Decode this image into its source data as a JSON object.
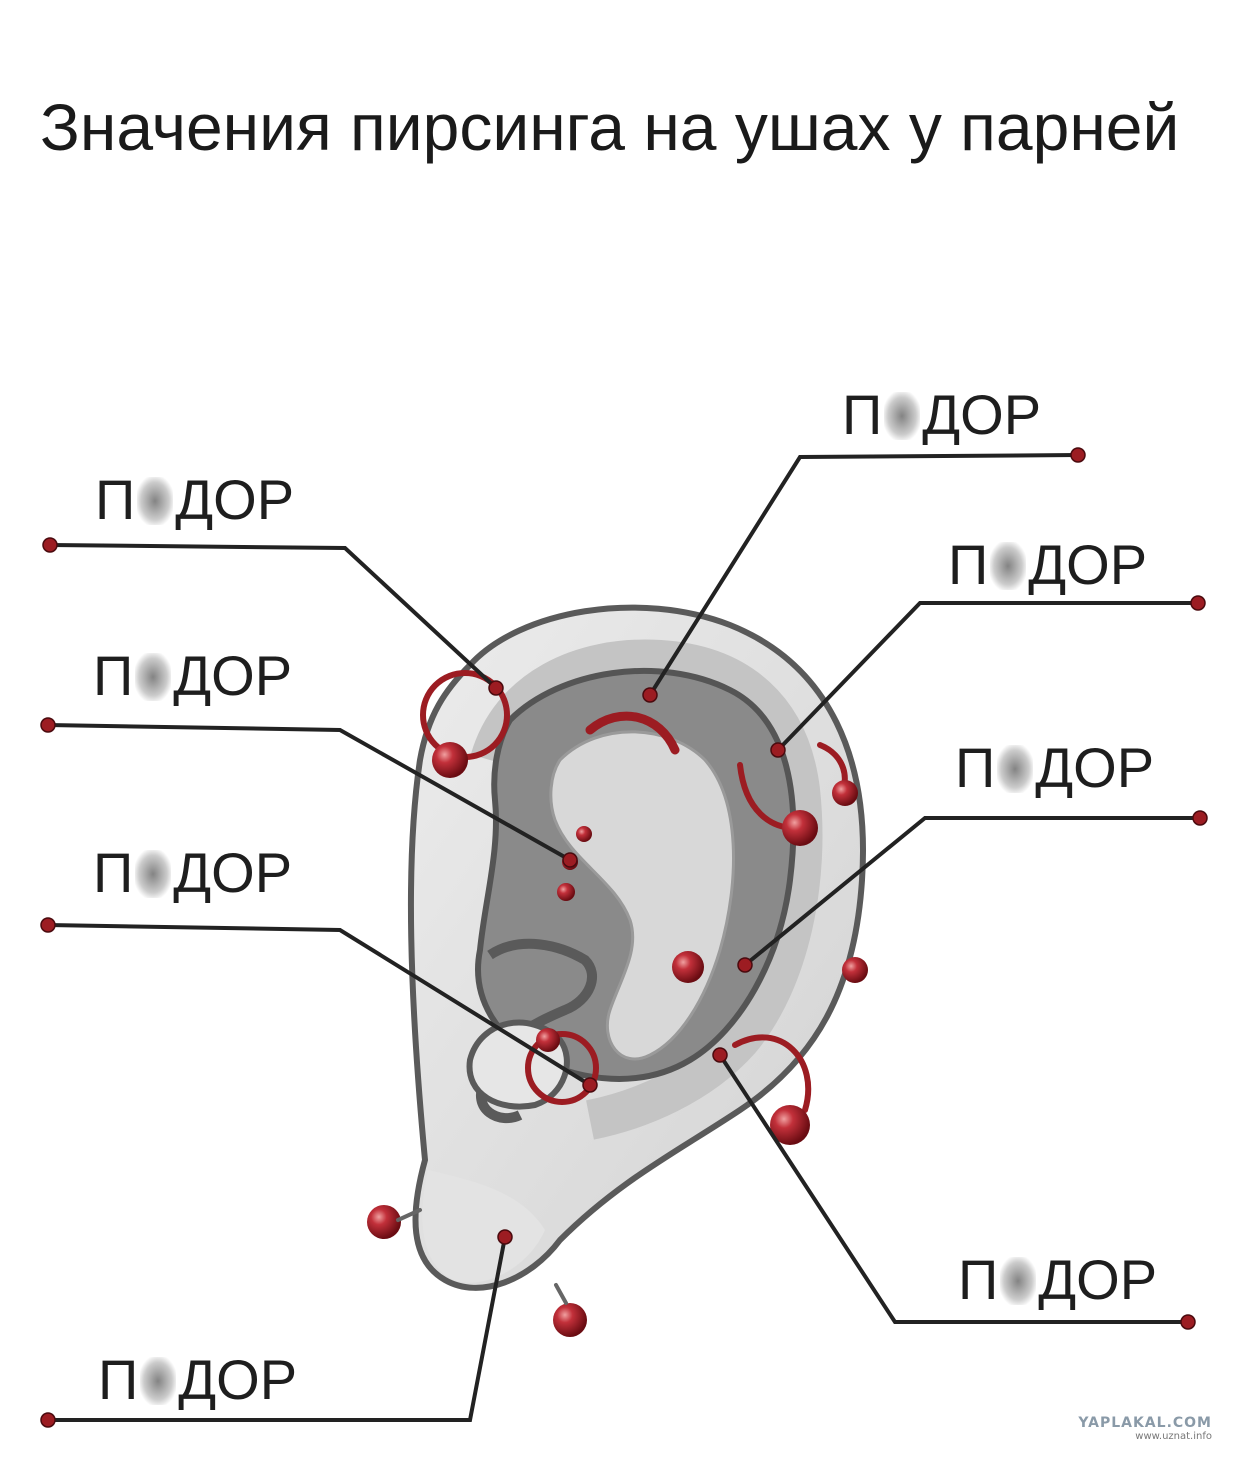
{
  "title": "Значения пирсинга на ушах у парней",
  "label_prefix": "П",
  "label_suffix": "ДОР",
  "callouts": [
    {
      "id": "helix-outer-left"
    },
    {
      "id": "rook"
    },
    {
      "id": "conch-upper"
    },
    {
      "id": "tragus"
    },
    {
      "id": "earlobe"
    },
    {
      "id": "forward-helix-top"
    },
    {
      "id": "helix-right"
    },
    {
      "id": "conch-inner"
    },
    {
      "id": "antitragus"
    }
  ],
  "watermark": {
    "main": "YAPLAKAL.COM",
    "sub": "www.uznat.info"
  },
  "colors": {
    "jewelry": "#9c1c22",
    "line": "#222222",
    "ear_outline": "#555555"
  }
}
